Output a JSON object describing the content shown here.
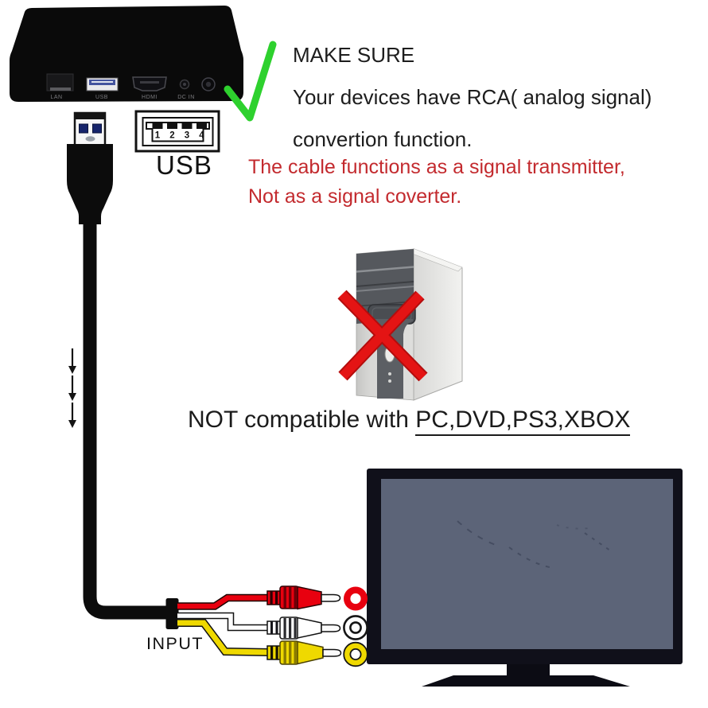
{
  "notice": {
    "title": "MAKE SURE",
    "line1": "Your devices have RCA( analog signal)",
    "line2": "convertion function.",
    "text_color": "#1d1d1d"
  },
  "warning": {
    "line1": "The cable functions as a signal transmitter,",
    "line2": "Not as a signal coverter.",
    "color": "#c32a2e"
  },
  "usb": {
    "plug_label": "USB",
    "pin_numbers": [
      "1",
      "2",
      "3",
      "4"
    ]
  },
  "media_box": {
    "port_labels": [
      "LAN",
      "USB",
      "HDMI",
      "DC IN"
    ]
  },
  "compatibility": {
    "prefix": "NOT compatible with",
    "devices": "PC,DVD,PS3,XBOX"
  },
  "tv": {
    "input_label": "INPUT",
    "screen_color": "#5c6478"
  },
  "colors": {
    "check_green": "#2ed12e",
    "cross_red": "#e41414",
    "rca_red": "#e8000f",
    "rca_white": "#ffffff",
    "rca_yellow": "#efd900",
    "warning_red": "#c32a2e"
  }
}
